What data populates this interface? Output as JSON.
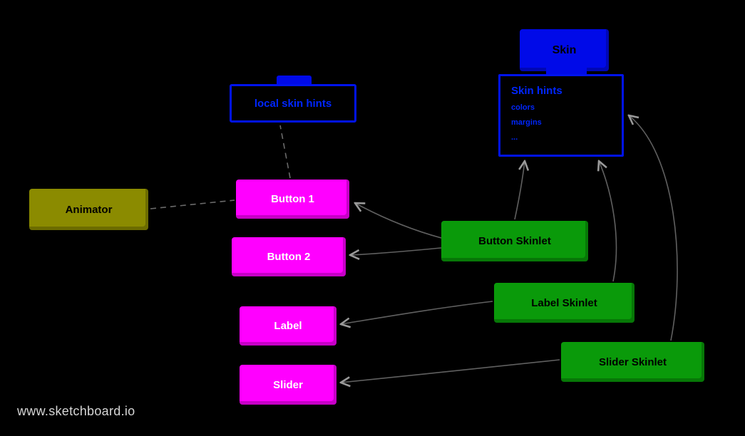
{
  "watermark": "www.sketchboard.io",
  "palette": {
    "background": "#000000",
    "blue": "#000ae8",
    "blue_text": "#0026ff",
    "magenta": "#ff00ff",
    "magenta_text": "#ffffff",
    "green": "#0a9a0a",
    "olive": "#8b8b00",
    "connector": "#606060",
    "arrowhead": "#9a9a9a"
  },
  "nodes": {
    "skin": {
      "label": "Skin"
    },
    "skin_hints": {
      "title": "Skin hints",
      "lines": [
        "colors",
        "margins",
        "..."
      ]
    },
    "local_skin_hints": {
      "label": "local skin hints"
    },
    "animator": {
      "label": "Animator"
    },
    "button1": {
      "label": "Button 1"
    },
    "button2": {
      "label": "Button 2"
    },
    "label_widget": {
      "label": "Label"
    },
    "slider_widget": {
      "label": "Slider"
    },
    "button_skinlet": {
      "label": "Button Skinlet"
    },
    "label_skinlet": {
      "label": "Label Skinlet"
    },
    "slider_skinlet": {
      "label": "Slider Skinlet"
    }
  }
}
